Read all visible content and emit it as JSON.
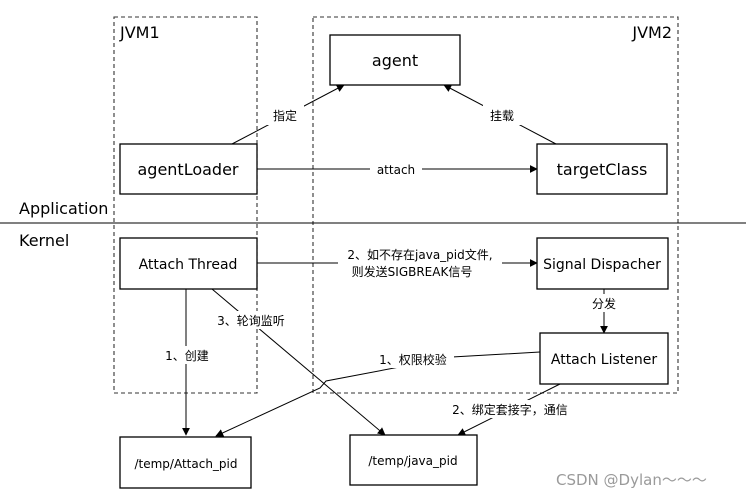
{
  "zones": {
    "jvm1": "JVM1",
    "jvm2": "JVM2"
  },
  "layers": {
    "application": "Application",
    "kernel": "Kernel"
  },
  "nodes": {
    "agent": "agent",
    "agent_loader": "agentLoader",
    "target_class": "targetClass",
    "attach_thread": "Attach Thread",
    "signal_dispatcher": "Signal Dispacher",
    "attach_listener": "Attach Listener",
    "attach_pid_file": "/temp/Attach_pid",
    "java_pid_file": "/temp/java_pid"
  },
  "edges": {
    "specify": "指定",
    "mount": "挂载",
    "attach": "attach",
    "send_signal_line1": "2、如不存在java_pid文件,",
    "send_signal_line2": "则发送SIGBREAK信号",
    "dispatch": "分发",
    "poll_listen": "3、轮询监听",
    "create": "1、创建",
    "permission_check": "1、权限校验",
    "bind_socket": "2、绑定套接字，通信"
  },
  "watermark": "CSDN @Dylan～～～"
}
